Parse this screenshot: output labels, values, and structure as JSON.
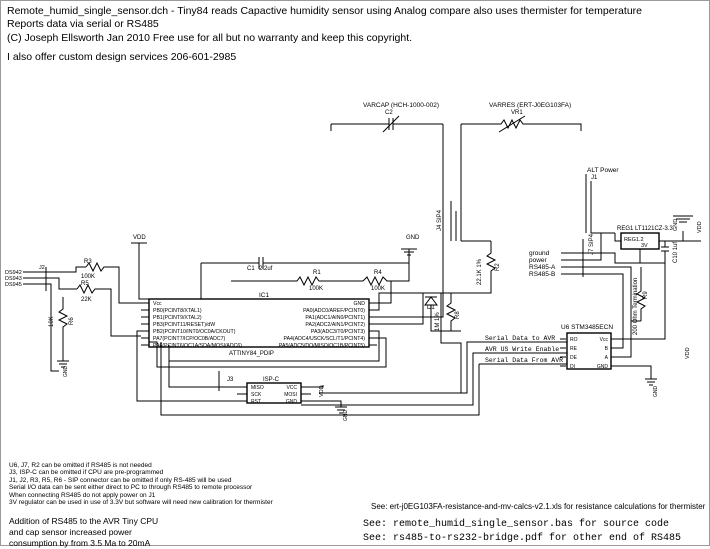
{
  "header": {
    "line1": "Remote_humid_single_sensor.dch  - Tiny84 reads Capactive humidity sensor using Analog compare also uses thermister for temperature",
    "line2": "Reports data via serial or RS485",
    "line3": "(C) Joseph Ellsworth  Jan 2010   Free use for all but no warranty and keep this copyright.",
    "line4": "I also offer custom design services  206-601-2985"
  },
  "components": {
    "c2_name": "VARCAP (HCH-1000-002)",
    "c2_ref": "C2",
    "vr1_name": "VARRES (ERT-J0EG103FA)",
    "vr1_ref": "VR1",
    "j4_ref": "J4 SIP4",
    "alt_power": "ALT Power",
    "j1_ref": "J1",
    "vdd1": "VDD",
    "gnd1": "GND",
    "c1_ref": "C1",
    "c1_val": "2.2uf",
    "r1_ref": "R1",
    "r1_val": "100K",
    "r4_ref": "R4",
    "r4_val": "100K",
    "r3_ref": "R3",
    "r3_val": "100K",
    "r5_ref": "R5",
    "r5_val": "22K",
    "r6_ref": "R6",
    "r6_val": "10K",
    "ds1": "DS942",
    "ds2": "DS943",
    "ds3": "DS945",
    "j2_ref": "J2",
    "gnd2": "GND",
    "r2_ref": "R2",
    "r2_val": "22.1K 1%",
    "r8_ref": "R8",
    "r8_val": "1M 1%",
    "d1_ref": "D1",
    "j7_ref": "J7 SIP4",
    "reg_ref": "REG1 LT1121CZ-3.3",
    "reg_part": "REG1.2",
    "reg_v": "3V",
    "c10_ref": "C10 1uf",
    "vdd2": "VDD",
    "vdd3": "VDD",
    "gnd3": "GND",
    "gnd4": "GND",
    "gnd5": "GND",
    "term_label": "200 Ohm Termination",
    "r9_ref": "R9",
    "u_ref": "U6 STM3485ECN",
    "j3_ref": "J3",
    "isp_ref": "ISP-C",
    "vdd4": "VDD",
    "ground_lbl": "ground",
    "power_lbl": "power",
    "rs485a_lbl": "RS485-A",
    "rs485b_lbl": "RS485-B",
    "serial_lbl": "Serial Data to AVR",
    "write_lbl": "AVR US Write Enable",
    "from_lbl": "Serial Data From AVR"
  },
  "ic1": {
    "ref": "IC1",
    "part": "ATTINY84_PDIP",
    "left_pins": [
      "Vcc",
      "PB0(PCINT8/XTAL1)",
      "PB1(PCINT9/XTAL2)",
      "PB3(PCINT11/RESET)/dW",
      "PB2(PCINT10/INT0/OC0A/CKOUT)",
      "PA7(PCINT7/ICP/OC0B/ADC7)",
      "PA6(PCINT6/OC1A/SDA/MOSI/ADC6)"
    ],
    "right_pins": [
      "GND",
      "PA0(ADC0/AREF/PCINT0)",
      "PA1(ADC1/AIN0/PCINT1)",
      "PA2(ADC2/AIN1/PCINT2)",
      "PA3(ADC3/T0/PCINT3)",
      "PA4(ADC4/USCK/SCL/T1/PCINT4)",
      "PA5(ADC5/DO/MISO/OC1B/PCINT5)"
    ]
  },
  "isp": {
    "left_pins": [
      "MISO",
      "SCK",
      "RST"
    ],
    "right_pins": [
      "VCC",
      "MOSI",
      "GND"
    ]
  },
  "rs485": {
    "left_pins": [
      "RO",
      "RE",
      "DE",
      "DI"
    ],
    "right_pins": [
      "Vcc",
      "B",
      "A",
      "GND"
    ]
  },
  "notes": [
    "U6, J7, R2 can be omitted if RS485 is not needed",
    "J3, ISP-C can be omitted if CPU are pre-programmed",
    "J1, J2, R3, R5, R6 - SIP connector can be omitted if only RS-485 will be used",
    "Serial I/O data can be sent either direct to PC to through RS485 to remote processor",
    "When connecting RS485 do not apply power on J1",
    "3V regulator can be used in use of 3.3V but software will need new calibration for thermister"
  ],
  "footer": {
    "addition": "Addition of RS485 to the AVR Tiny CPU and cap sensor increased power consumption by from 3.5 Ma to 20mA",
    "see1": "See:  ert-j0EG103FA-resistance-and-mv-calcs-v2.1.xls for resistance calculations for thermister",
    "see2": "See:  remote_humid_single_sensor.bas for source code",
    "see3": "See:  rs485-to-rs232-bridge.pdf for other end of RS485"
  }
}
